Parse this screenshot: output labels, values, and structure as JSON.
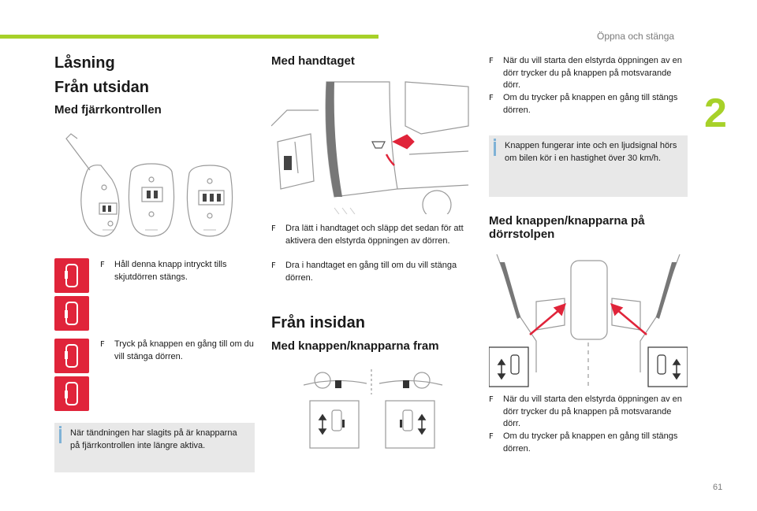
{
  "header": {
    "title": "Öppna och stänga",
    "accent_color": "#a7d129"
  },
  "chapter_number": "2",
  "page_number": "61",
  "col1": {
    "h_lasning": "Låsning",
    "h_fran_utsidan": "Från utsidan",
    "h_med_fjarrkontrollen": "Med fjärrkontrollen",
    "bullet1": "Håll denna knapp intryckt tills skjutdörren stängs.",
    "bullet2": "Tryck på knappen en gång till om du vill stänga dörren.",
    "info": "När tändningen har slagits på är knapparna på fjärrkontrollen inte längre aktiva."
  },
  "col2": {
    "h_med_handtaget": "Med handtaget",
    "bullet1": "Dra lätt i handtaget och släpp det sedan för att aktivera den elstyrda öppningen av dörren.",
    "bullet2": "Dra i handtaget en gång till om du vill stänga dörren.",
    "h_fran_insidan": "Från insidan",
    "h_med_knappen_fram": "Med knappen/knapparna fram"
  },
  "col3": {
    "bullet1": "När du vill starta den elstyrda öppningen av en dörr trycker du på knappen på motsvarande dörr.",
    "bullet2": "Om du trycker på knappen en gång till stängs dörren.",
    "info": "Knappen fungerar inte och en ljudsignal hörs om bilen kör i en hastighet över 30 km/h.",
    "h_med_knappen_dorrstolpen": "Med knappen/knapparna på dörrstolpen",
    "bullet3": "När du vill starta den elstyrda öppningen av en dörr trycker du på knappen på motsvarande dörr.",
    "bullet4": "Om du trycker på knappen en gång till stängs dörren."
  },
  "icons": {
    "bullet_marker": "F",
    "info_marker": "info-icon",
    "red_button_icon": "sliding-door-icon",
    "red_color": "#e0243a"
  }
}
